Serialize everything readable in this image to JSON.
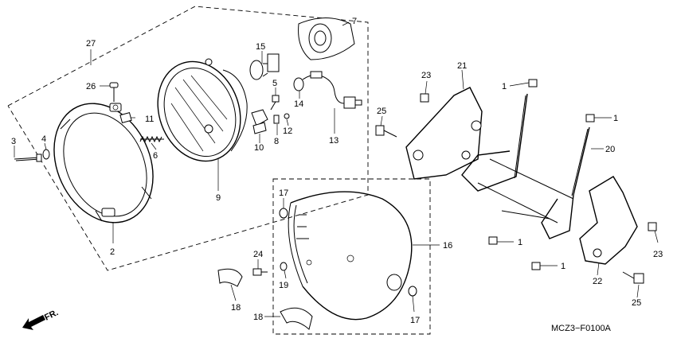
{
  "diagram": {
    "code": "MCZ3−F0100A",
    "direction_label": "FR.",
    "callouts": [
      "27",
      "26",
      "4",
      "3",
      "11",
      "6",
      "9",
      "2",
      "15",
      "5",
      "8",
      "10",
      "12",
      "14",
      "13",
      "7",
      "23",
      "21",
      "1",
      "25",
      "20",
      "22",
      "17",
      "24",
      "18",
      "19",
      "16"
    ]
  }
}
